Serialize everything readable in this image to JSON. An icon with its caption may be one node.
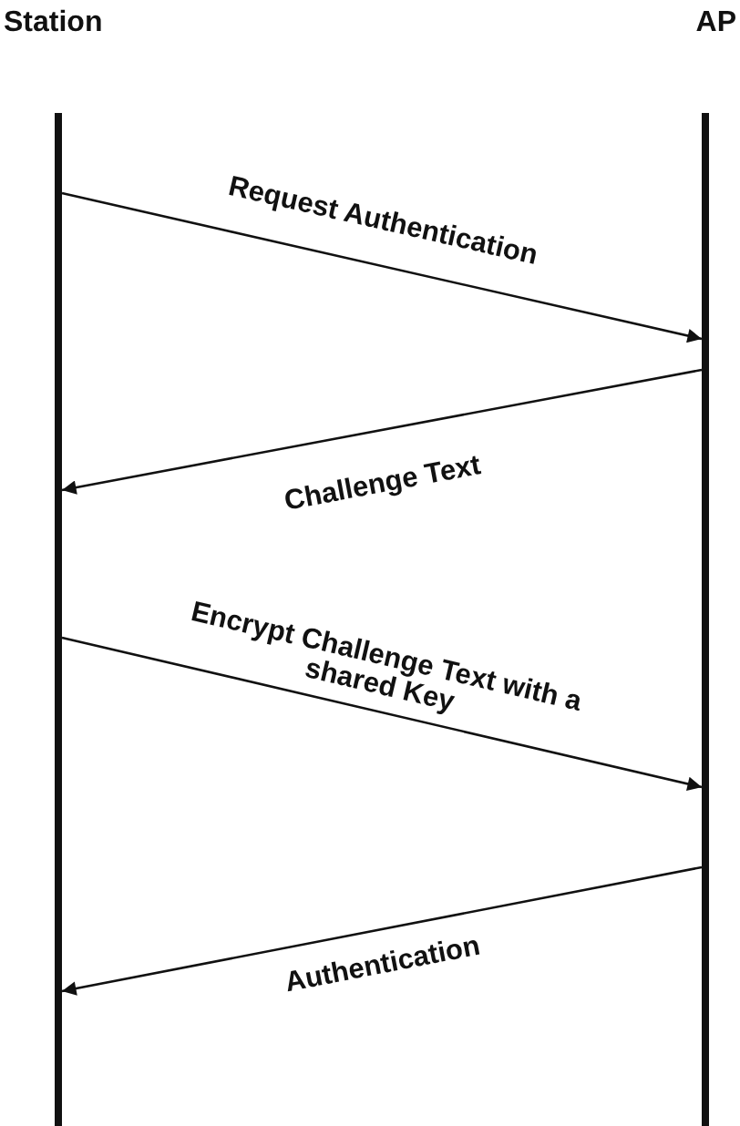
{
  "diagram": {
    "nodes": [
      {
        "text": [
          "Station"
        ]
      },
      {
        "text": [
          "AP"
        ]
      }
    ],
    "edges": [
      {
        "from": 0,
        "to": 1,
        "arrow": "to",
        "label": "Request Authentication"
      },
      {
        "from": 1,
        "to": 0,
        "arrow": "to",
        "label": "Challenge Text"
      },
      {
        "from": 0,
        "to": 1,
        "arrow": "to",
        "label": "Encrypt Challenge Text with a shared Key"
      },
      {
        "from": 1,
        "to": 0,
        "arrow": "to",
        "label": "Authentication"
      }
    ]
  }
}
